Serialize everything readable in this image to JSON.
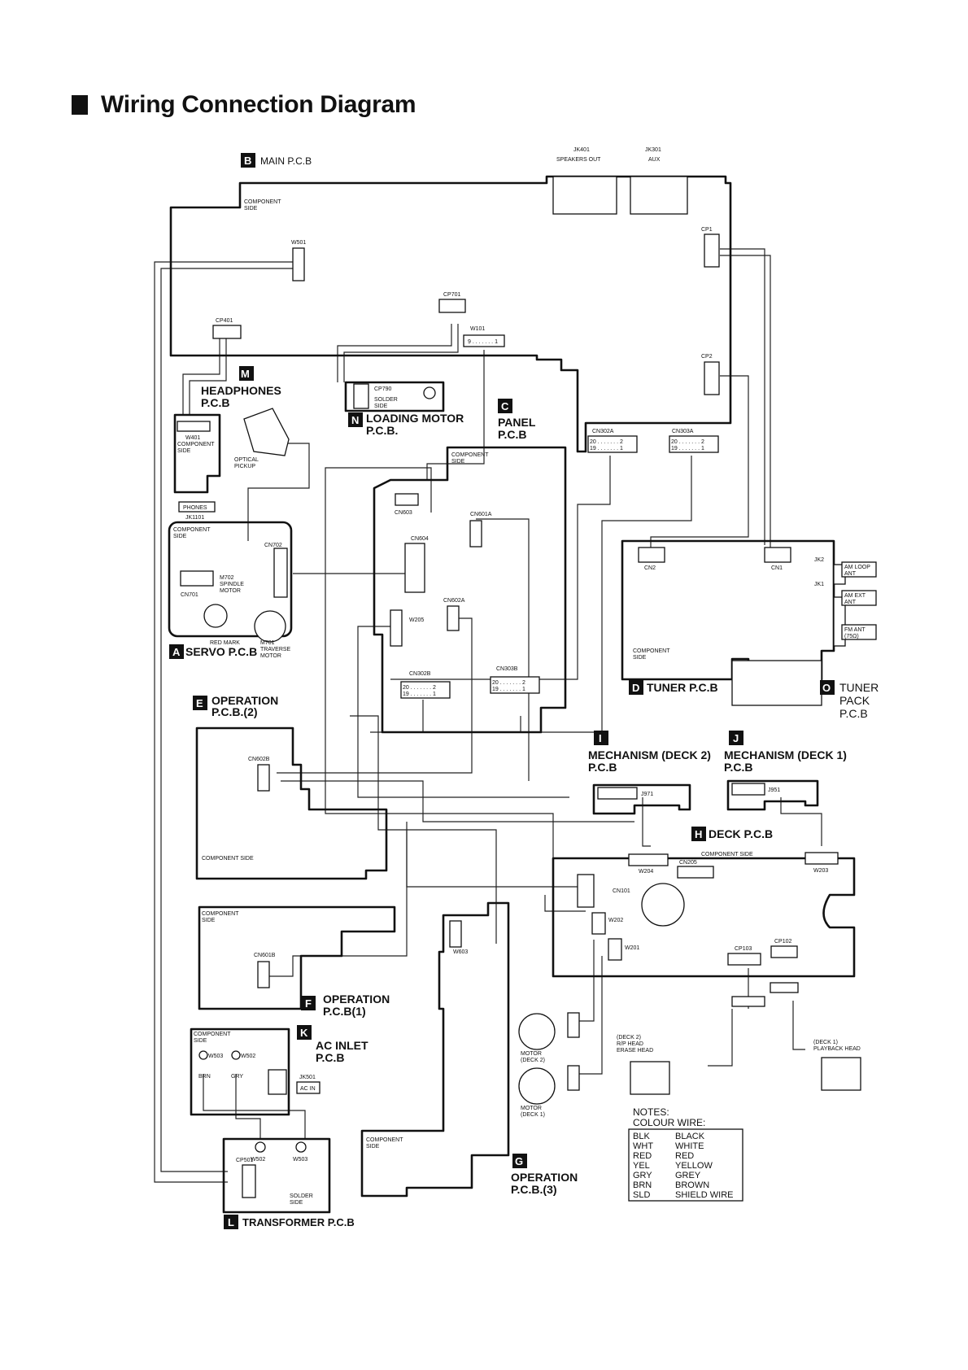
{
  "title": "Wiring Connection Diagram",
  "boards": {
    "B": {
      "badge": "B",
      "name": "MAIN P.C.B"
    },
    "M": {
      "badge": "M",
      "name1": "HEADPHONES",
      "name2": "P.C.B"
    },
    "N": {
      "badge": "N",
      "name1": "LOADING MOTOR",
      "name2": "P.C.B."
    },
    "C": {
      "badge": "C",
      "name1": "PANEL",
      "name2": "P.C.B"
    },
    "A": {
      "badge": "A",
      "name": "SERVO P.C.B"
    },
    "D": {
      "badge": "D",
      "name": "TUNER P.C.B"
    },
    "O": {
      "badge": "O",
      "name1": "TUNER",
      "name2": "PACK",
      "name3": "P.C.B"
    },
    "E": {
      "badge": "E",
      "name1": "OPERATION",
      "name2": "P.C.B.(2)"
    },
    "I": {
      "badge": "I",
      "name1": "MECHANISM (DECK 2)",
      "name2": "P.C.B"
    },
    "J": {
      "badge": "J",
      "name1": "MECHANISM (DECK 1)",
      "name2": "P.C.B"
    },
    "H": {
      "badge": "H",
      "name": "DECK P.C.B"
    },
    "F": {
      "badge": "F",
      "name1": "OPERATION",
      "name2": "P.C.B(1)"
    },
    "K": {
      "badge": "K",
      "name1": "AC INLET",
      "name2": "P.C.B"
    },
    "G": {
      "badge": "G",
      "name1": "OPERATION",
      "name2": "P.C.B.(3)"
    },
    "L": {
      "badge": "L",
      "name": "TRANSFORMER P.C.B"
    }
  },
  "labels": {
    "component_side": "COMPONENT",
    "side": "SIDE",
    "component_side_full": "COMPONENT SIDE",
    "solder": "SOLDER",
    "jk401": "JK401",
    "speakers_out": "SPEAKERS OUT",
    "jk301": "JK301",
    "aux": "AUX",
    "w501": "W501",
    "cp1": "CP1",
    "cp2": "CP2",
    "cp401": "CP401",
    "cp701": "CP701",
    "w101": "W101",
    "w101_pins": "9 . . . . . . . 1",
    "cp790": "CP790",
    "w401": "W401",
    "phones": "PHONES",
    "jk1101": "JK1101",
    "optical_pickup1": "OPTICAL",
    "optical_pickup2": "PICKUP",
    "cn603": "CN603",
    "cn601a": "CN601A",
    "cn604": "CN604",
    "cn602a": "CN602A",
    "w205": "W205",
    "cn302a": "CN302A",
    "cn303a": "CN303A",
    "cn302b": "CN302B",
    "cn303b": "CN303B",
    "pins_20_2": "20 . . . . . . . 2",
    "pins_19_1": "19 . . . . . . . 1",
    "cn702": "CN702",
    "cn701": "CN701",
    "m702_1": "M702",
    "m702_2": "SPINDLE",
    "m702_3": "MOTOR",
    "red_mark": "RED MARK",
    "m701_1": "M701",
    "m701_2": "TRAVERSE",
    "m701_3": "MOTOR",
    "cn2": "CN2",
    "cn1": "CN1",
    "jk2": "JK2",
    "jk1": "JK1",
    "am_loop": "AM LOOP",
    "am_ext": "AM EXT",
    "ant": "ANT",
    "fm_ant": "FM ANT",
    "fm_ohm": "(75Ω)",
    "cn602b": "CN602B",
    "cn601b": "CN601B",
    "j971": "J971",
    "j951": "J951",
    "w204": "W204",
    "w203": "W203",
    "cn205": "CN205",
    "cn101": "CN101",
    "w202": "W202",
    "w201": "W201",
    "w603": "W603",
    "cp103": "CP103",
    "cp102": "CP102",
    "motor_deck2_1": "MOTOR",
    "motor_deck2_2": "(DECK 2)",
    "motor_deck1_1": "MOTOR",
    "motor_deck1_2": "(DECK 1)",
    "deck2_head1": "(DECK 2)",
    "deck2_head2": "R/P HEAD",
    "deck2_head3": "ERASE HEAD",
    "deck1_head1": "(DECK 1)",
    "deck1_head2": "PLAYBACK HEAD",
    "w503": "W503",
    "w502": "W502",
    "jk501": "JK501",
    "ac_in": "AC IN",
    "brn": "BRN",
    "gry": "GRY",
    "cp501": "CP501"
  },
  "notes": {
    "title": "NOTES:",
    "subtitle": "COLOUR WIRE:",
    "rows": [
      {
        "code": "BLK",
        "name": "BLACK"
      },
      {
        "code": "WHT",
        "name": "WHITE"
      },
      {
        "code": "RED",
        "name": "RED"
      },
      {
        "code": "YEL",
        "name": "YELLOW"
      },
      {
        "code": "GRY",
        "name": "GREY"
      },
      {
        "code": "BRN",
        "name": "BROWN"
      },
      {
        "code": "SLD",
        "name": "SHIELD WIRE"
      }
    ]
  }
}
